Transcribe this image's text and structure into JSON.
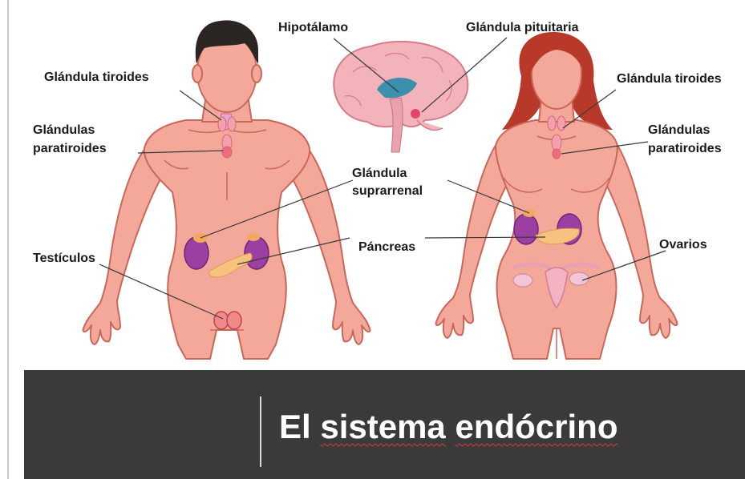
{
  "labels": {
    "hipotalamo": "Hipotálamo",
    "pituitaria": "Glándula pituitaria",
    "tiroides_hombre": "Glándula tiroides",
    "paratiroides_hombre_1": "Glándulas",
    "paratiroides_hombre_2": "paratiroides",
    "suprarrenal_1": "Glándula",
    "suprarrenal_2": "suprarrenal",
    "pancreas": "Páncreas",
    "testiculos": "Testículos",
    "tiroides_mujer": "Glándula tiroides",
    "paratiroides_mujer_1": "Glándulas",
    "paratiroides_mujer_2": "paratiroides",
    "ovarios": "Ovarios"
  },
  "banner": {
    "word1": "El",
    "word2": "sistema",
    "word3": "endócrino"
  },
  "colors": {
    "skin": "#f4a89a",
    "skin_outline": "#c9675a",
    "male_hair": "#2b2623",
    "female_hair": "#b8392a",
    "brain": "#f3b3bb",
    "hypothalamus": "#3d8fae",
    "pituitary": "#e4466b",
    "kidney": "#9c3fa3",
    "gland": "#f6c37e",
    "banner_bg": "#3a3a3a"
  }
}
